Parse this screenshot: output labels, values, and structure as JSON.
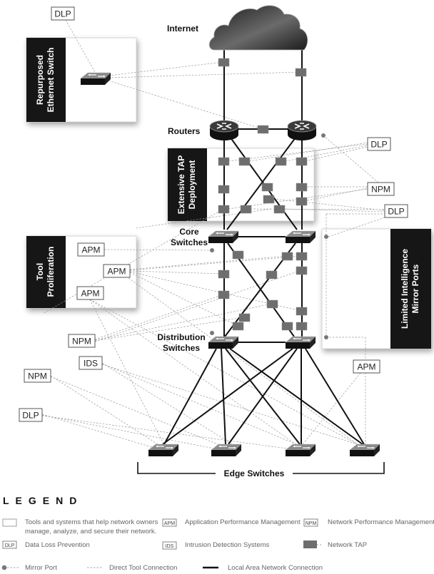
{
  "labels": {
    "internet": "Internet",
    "routers": "Routers",
    "core_switches": [
      "Core",
      "Switches"
    ],
    "distribution_switches": [
      "Distribution",
      "Switches"
    ],
    "edge_switches": "Edge Switches"
  },
  "panels": {
    "repurposed": [
      "Repurposed",
      "Ethernet Switch"
    ],
    "extensive_tap": [
      "Extensive TAP",
      "Deployment"
    ],
    "tool_proliferation": [
      "Tool",
      "Proliferation"
    ],
    "limited_intelligence": [
      "Limited Intelligence",
      "Mirror Ports"
    ]
  },
  "tool_boxes": [
    {
      "id": "dlp-top-left",
      "label": "DLP"
    },
    {
      "id": "dlp-right-1",
      "label": "DLP"
    },
    {
      "id": "npm-right",
      "label": "NPM"
    },
    {
      "id": "dlp-right-2",
      "label": "DLP"
    },
    {
      "id": "apm-1",
      "label": "APM"
    },
    {
      "id": "apm-2",
      "label": "APM"
    },
    {
      "id": "apm-3",
      "label": "APM"
    },
    {
      "id": "npm-left-1",
      "label": "NPM"
    },
    {
      "id": "ids",
      "label": "IDS"
    },
    {
      "id": "npm-left-2",
      "label": "NPM"
    },
    {
      "id": "dlp-left",
      "label": "DLP"
    },
    {
      "id": "apm-right",
      "label": "APM"
    }
  ],
  "legend": {
    "title": "LEGEND",
    "items": [
      {
        "key": "tools",
        "abbr": "",
        "text": [
          "Tools and systems that help network owners",
          "manage, analyze, and secure their network."
        ]
      },
      {
        "key": "apm",
        "abbr": "APM",
        "text": [
          "Application Performance Management"
        ]
      },
      {
        "key": "npm",
        "abbr": "NPM",
        "text": [
          "Network Performance Management"
        ]
      },
      {
        "key": "dlp",
        "abbr": "DLP",
        "text": [
          "Data Loss Prevention"
        ]
      },
      {
        "key": "ids",
        "abbr": "IDS",
        "text": [
          "Intrusion Detection Systems"
        ]
      },
      {
        "key": "tap",
        "abbr": "",
        "text": [
          "Network TAP"
        ]
      },
      {
        "key": "mirror",
        "abbr": "",
        "text": [
          "Mirror Port"
        ]
      },
      {
        "key": "direct",
        "abbr": "",
        "text": [
          "Direct Tool Connection"
        ]
      },
      {
        "key": "lan",
        "abbr": "",
        "text": [
          "Local Area Network Connection"
        ]
      }
    ]
  },
  "colors": {
    "panel_dark": "#141414",
    "tap": "#6e6e6e",
    "device": "#1a1a1a",
    "dashed": "#9a9a9a"
  }
}
